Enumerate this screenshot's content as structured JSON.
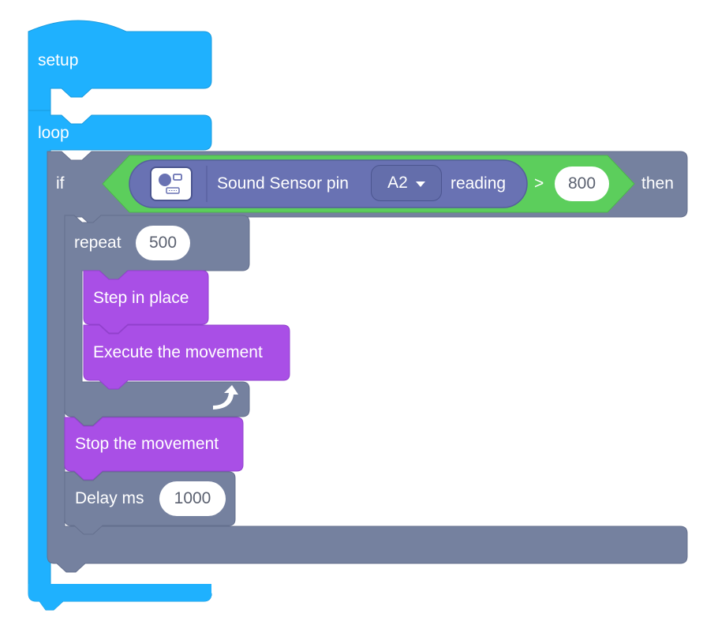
{
  "colors": {
    "event_blue": "#1fb1fe",
    "control_slate": "#75819f",
    "sensor_indigo": "#6972b3",
    "operator_green": "#5cce5c",
    "motion_purple": "#a94fe6"
  },
  "blocks": {
    "setup": {
      "label": "setup"
    },
    "loop": {
      "label": "loop"
    },
    "if_block": {
      "label_if": "if",
      "label_then": "then"
    },
    "sensor": {
      "icon": "sound-sensor-icon",
      "label": "Sound Sensor pin",
      "pin_value": "A2",
      "suffix": "reading"
    },
    "compare": {
      "operator": ">",
      "value": "800"
    },
    "repeat": {
      "label": "repeat",
      "count": "500",
      "loop_icon": "loop-arrow-icon"
    },
    "step_in_place": {
      "label": "Step in place"
    },
    "execute_movement": {
      "label": "Execute the movement"
    },
    "stop_movement": {
      "label": "Stop the movement"
    },
    "delay": {
      "label": "Delay ms",
      "value": "1000"
    }
  }
}
